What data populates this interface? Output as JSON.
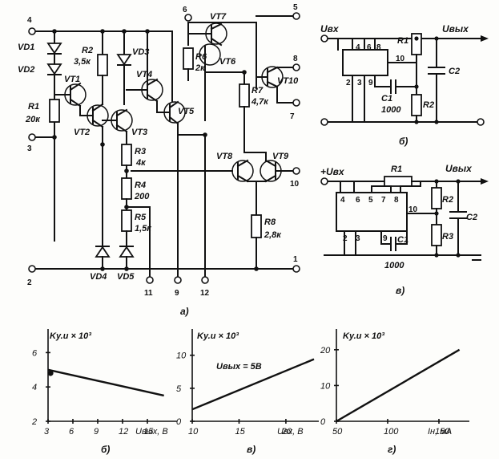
{
  "main_schematic": {
    "caption": "a)",
    "terminals": [
      "4",
      "3",
      "2",
      "6",
      "5",
      "8",
      "7",
      "10",
      "1",
      "9",
      "11",
      "12"
    ],
    "transistors": [
      "VT1",
      "VT2",
      "VT3",
      "VT4",
      "VT5",
      "VT6",
      "VT7",
      "VT8",
      "VT9",
      "VT10"
    ],
    "diodes": [
      "VD1",
      "VD2",
      "VD3",
      "VD4",
      "VD5"
    ],
    "resistors": [
      {
        "name": "R1",
        "value": "20к"
      },
      {
        "name": "R2",
        "value": "3,5к"
      },
      {
        "name": "R3",
        "value": "4к"
      },
      {
        "name": "R4",
        "value": "200"
      },
      {
        "name": "R5",
        "value": "1,5к"
      },
      {
        "name": "R6",
        "value": "2к"
      },
      {
        "name": "R7",
        "value": "4,7к"
      },
      {
        "name": "R8",
        "value": "2,8к"
      }
    ]
  },
  "circuit_b": {
    "caption": "б)",
    "input_label": "Uвх",
    "output_label": "Uвых",
    "pins": [
      "4",
      "6",
      "8",
      "2",
      "3",
      "9",
      "10"
    ],
    "components": {
      "r1": "R1",
      "r2": "R2",
      "c1": "C1",
      "c1_value": "1000",
      "c2": "C2"
    }
  },
  "circuit_v": {
    "caption": "в)",
    "input_label": "+Uвх",
    "output_label": "Uвых",
    "pins": [
      "4",
      "6",
      "5",
      "7",
      "8",
      "2",
      "3",
      "9",
      "10"
    ],
    "components": {
      "r1": "R1",
      "r2": "R2",
      "r3": "R3",
      "c1": "C1",
      "c1_value": "1000",
      "c2": "C2"
    }
  },
  "charts_caption": [
    "б)",
    "в)",
    "г)"
  ],
  "chart_data": [
    {
      "type": "line",
      "title": "",
      "ylabel": "Kу.и × 10³",
      "xlabel": "Uвых, В",
      "x_ticks": [
        "3",
        "6",
        "9",
        "12",
        "15"
      ],
      "y_ticks": [
        "2",
        "4",
        "6"
      ],
      "xlim": [
        3,
        18
      ],
      "ylim": [
        2,
        7
      ],
      "series": [
        {
          "x": [
            3,
            17
          ],
          "y": [
            5.0,
            3.5
          ]
        }
      ],
      "markers": [
        {
          "x": 3.3,
          "y": 4.8
        }
      ]
    },
    {
      "type": "line",
      "title": "",
      "ylabel": "Kу.и × 10³",
      "xlabel": "Uвх, В",
      "annotation": "Uвых = 5В",
      "x_ticks": [
        "10",
        "15",
        "20"
      ],
      "y_ticks": [
        "0",
        "5",
        "10"
      ],
      "xlim": [
        10,
        23
      ],
      "ylim": [
        0,
        13
      ],
      "series": [
        {
          "x": [
            10,
            23
          ],
          "y": [
            1.8,
            9.4
          ]
        }
      ]
    },
    {
      "type": "line",
      "title": "",
      "ylabel": "Kу.и × 10³",
      "xlabel": "Iн, мА",
      "x_ticks": [
        "50",
        "100",
        "150"
      ],
      "y_ticks": [
        "0",
        "10",
        "20"
      ],
      "xlim": [
        50,
        175
      ],
      "ylim": [
        0,
        24
      ],
      "series": [
        {
          "x": [
            50,
            170
          ],
          "y": [
            0,
            20
          ]
        }
      ]
    }
  ]
}
